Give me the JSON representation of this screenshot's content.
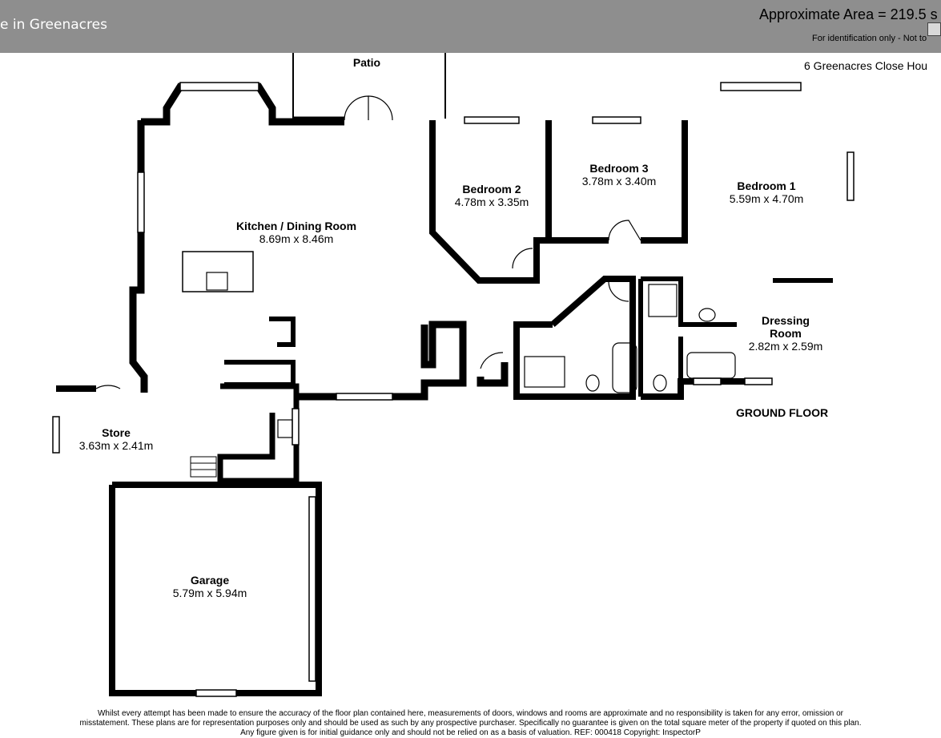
{
  "header": {
    "title": "e in Greenacres",
    "area": "Approximate Area = 219.5 s",
    "identification": "For identification only - Not to",
    "address": "6 Greenacres Close Hou"
  },
  "floor": "GROUND FLOOR",
  "rooms": {
    "patio": {
      "name": "Patio"
    },
    "kitchen": {
      "name": "Kitchen / Dining Room",
      "dims": "8.69m x 8.46m"
    },
    "bedroom2": {
      "name": "Bedroom 2",
      "dims": "4.78m x 3.35m"
    },
    "bedroom3": {
      "name": "Bedroom 3",
      "dims": "3.78m x 3.40m"
    },
    "bedroom1": {
      "name": "Bedroom 1",
      "dims": "5.59m x 4.70m"
    },
    "dressing": {
      "name": "Dressing",
      "name2": "Room",
      "dims": "2.82m x 2.59m"
    },
    "store": {
      "name": "Store",
      "dims": "3.63m x 2.41m"
    },
    "garage": {
      "name": "Garage",
      "dims": "5.79m x 5.94m"
    }
  },
  "disclaimer": {
    "line1": "Whilst every attempt has been made to ensure the accuracy of the floor plan contained here, measurements of doors, windows and rooms are approximate and no responsibility is taken for any error, omission or",
    "line2": "misstatement. These plans are for representation purposes only and should be used as such by any prospective purchaser. Specifically no guarantee is given on the total square meter of the property if quoted on this plan.",
    "line3": "Any figure given is for initial guidance only and should not be relied on as a basis of valuation. REF: 000418 Copyright: InspectorP"
  }
}
